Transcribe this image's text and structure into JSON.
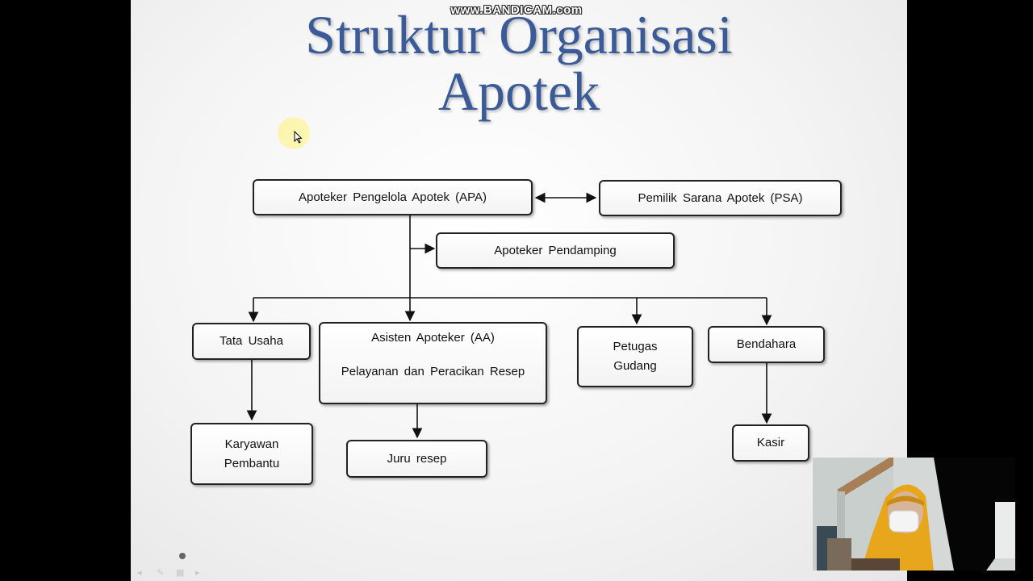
{
  "watermark": "www.BANDICAM.com",
  "slide": {
    "title_line1": "Struktur Organisasi",
    "title_line2": "Apotek"
  },
  "nodes": {
    "apa": "Apoteker Pengelola Apotek (APA)",
    "psa": "Pemilik Sarana Apotek (PSA)",
    "pendamping": "Apoteker Pendamping",
    "tata_usaha": "Tata Usaha",
    "aa_line1": "Asisten Apoteker (AA)",
    "aa_line2": "Pelayanan dan Peracikan Resep",
    "gudang_line1": "Petugas",
    "gudang_line2": "Gudang",
    "bendahara": "Bendahara",
    "karyawan_line1": "Karyawan",
    "karyawan_line2": "Pembantu",
    "juru_resep": "Juru resep",
    "kasir": "Kasir"
  },
  "colors": {
    "title": "#3a5a98",
    "webcam_wall": "#d9dedc",
    "hijab": "#e8a61c"
  }
}
